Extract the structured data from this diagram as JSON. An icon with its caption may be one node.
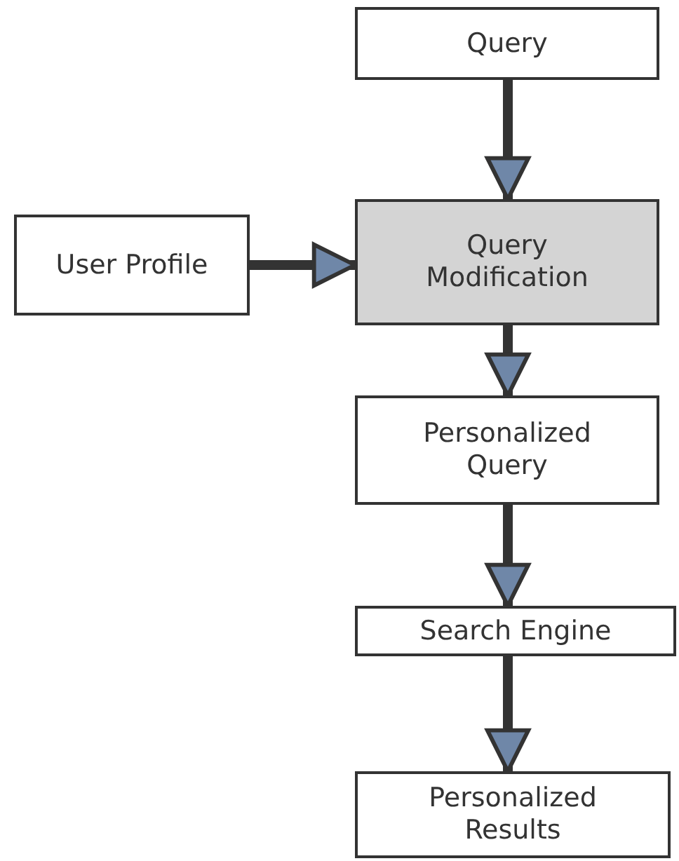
{
  "diagram": {
    "nodes": [
      {
        "text": [
          "Query"
        ]
      },
      {
        "text": [
          "User Profile"
        ]
      },
      {
        "text": [
          "Query Modification"
        ]
      },
      {
        "text": [
          "Personalized Query"
        ]
      },
      {
        "text": [
          "Search Engine"
        ]
      },
      {
        "text": [
          "Personalized Results"
        ]
      }
    ],
    "edges": [
      {
        "from": 0,
        "to": 2,
        "arrow": "to"
      },
      {
        "from": 1,
        "to": 2,
        "arrow": "to"
      },
      {
        "from": 2,
        "to": 3,
        "arrow": "to"
      },
      {
        "from": 3,
        "to": 4,
        "arrow": "to"
      },
      {
        "from": 4,
        "to": 5,
        "arrow": "to"
      }
    ]
  }
}
